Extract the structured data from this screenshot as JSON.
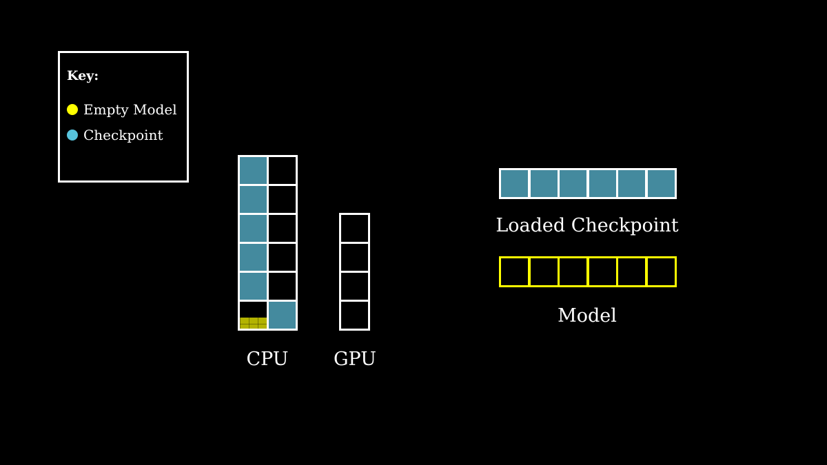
{
  "key": {
    "title": "Key:",
    "items": [
      {
        "label": "Empty Model",
        "color": "#ffff00"
      },
      {
        "label": "Checkpoint",
        "color": "#58c4dd"
      }
    ]
  },
  "cpu": {
    "label": "CPU",
    "columns": [
      [
        "checkpoint",
        "checkpoint",
        "checkpoint",
        "checkpoint",
        "checkpoint",
        "empty-model-partial"
      ],
      [
        "empty",
        "empty",
        "empty",
        "empty",
        "empty",
        "checkpoint"
      ]
    ]
  },
  "gpu": {
    "label": "GPU",
    "cells": [
      "empty",
      "empty",
      "empty",
      "empty"
    ]
  },
  "loaded_checkpoint": {
    "label": "Loaded Checkpoint",
    "cells": [
      "checkpoint",
      "checkpoint",
      "checkpoint",
      "checkpoint",
      "checkpoint",
      "checkpoint"
    ]
  },
  "model": {
    "label": "Model",
    "cells": [
      "empty",
      "empty",
      "empty",
      "empty",
      "empty",
      "empty"
    ]
  },
  "colors": {
    "checkpoint_fill": "#448a9e",
    "empty_model_fill": "#b3b300",
    "model_outline": "#ffff00",
    "default_outline": "#ffffff",
    "background": "#000000"
  }
}
